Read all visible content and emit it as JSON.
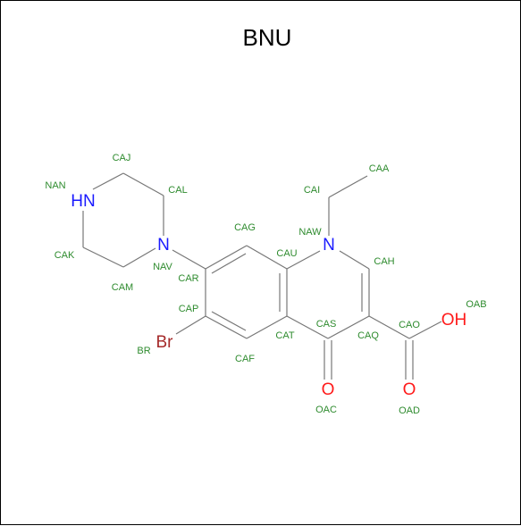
{
  "title": "BNU",
  "colors": {
    "label": "#2e8b2e",
    "nitrogen": "#1a1aff",
    "oxygen": "#ff1a1a",
    "bromine": "#a52a2a",
    "bond": "#777777"
  },
  "atoms": [
    {
      "symbol": "HN",
      "element": "N"
    },
    {
      "symbol": "N",
      "element": "N"
    },
    {
      "symbol": "N",
      "element": "N"
    },
    {
      "symbol": "Br",
      "element": "Br"
    },
    {
      "symbol": "O",
      "element": "O"
    },
    {
      "symbol": "O",
      "element": "O"
    },
    {
      "symbol": "OH",
      "element": "O"
    }
  ],
  "atom_labels": [
    "NAN",
    "CAJ",
    "CAL",
    "CAK",
    "NAV",
    "CAM",
    "CAG",
    "CAI",
    "CAA",
    "NAW",
    "CAU",
    "CAH",
    "CAR",
    "CAP",
    "OAB",
    "CAS",
    "CAO",
    "CAT",
    "CAQ",
    "BR",
    "CAF",
    "OAC",
    "OAD"
  ]
}
